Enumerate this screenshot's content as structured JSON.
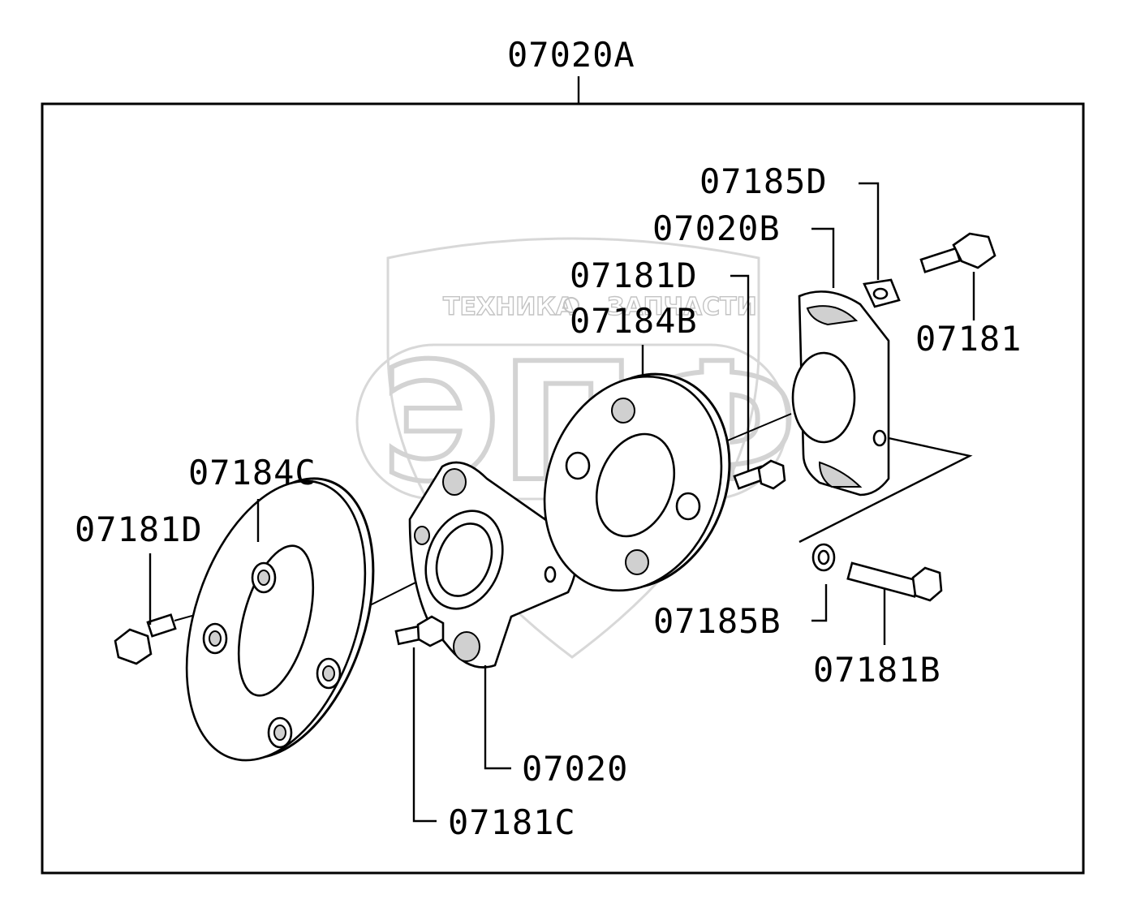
{
  "watermark": {
    "left_word": "ТЕХНИКА",
    "right_word": "ЗАПЧАСТИ",
    "logo_letters": "ЭПФ"
  },
  "labels": {
    "assembly": "07020A",
    "l_07185D": "07185D",
    "l_07020B": "07020B",
    "l_07181D_top": "07181D",
    "l_07184B": "07184B",
    "l_07181": "07181",
    "l_07184C": "07184C",
    "l_07181D_left": "07181D",
    "l_07185B": "07185B",
    "l_07181B": "07181B",
    "l_07020": "07020",
    "l_07181C": "07181C"
  },
  "colors": {
    "line": "#000000",
    "watermark": "#c8c8c8",
    "background": "#ffffff"
  }
}
